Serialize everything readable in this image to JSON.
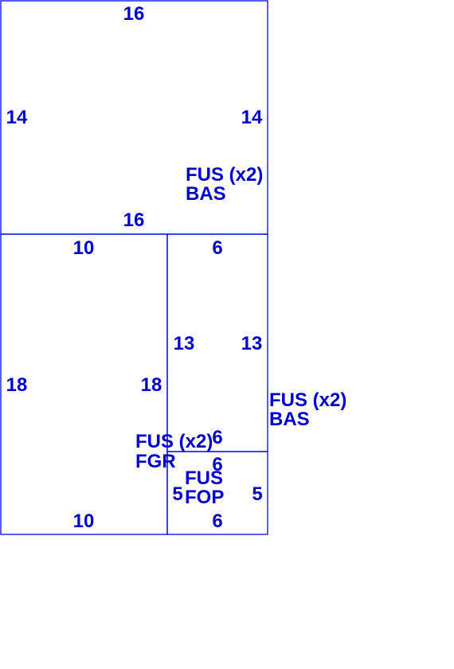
{
  "colors": {
    "line": "#0000ff",
    "text": "#0000cc"
  },
  "panels": [
    {
      "id": "top",
      "dims": {
        "top": "16",
        "bottom": "16",
        "left": "14",
        "right": "14"
      },
      "label": [
        "FUS (x2)",
        "BAS"
      ]
    },
    {
      "id": "left",
      "dims": {
        "top": "10",
        "bottom": "10",
        "left": "18",
        "right": "18"
      },
      "label": [
        "FUS (x2)",
        "FGR"
      ]
    },
    {
      "id": "mid-right",
      "dims": {
        "top": "6",
        "bottom": "6",
        "left": "13",
        "right": "13"
      },
      "label": [
        "FUS (x2)",
        "BAS"
      ]
    },
    {
      "id": "small",
      "dims": {
        "top": "6",
        "bottom": "6",
        "left": "5",
        "right": "5"
      },
      "label": [
        "FUS",
        "FOP"
      ]
    }
  ]
}
